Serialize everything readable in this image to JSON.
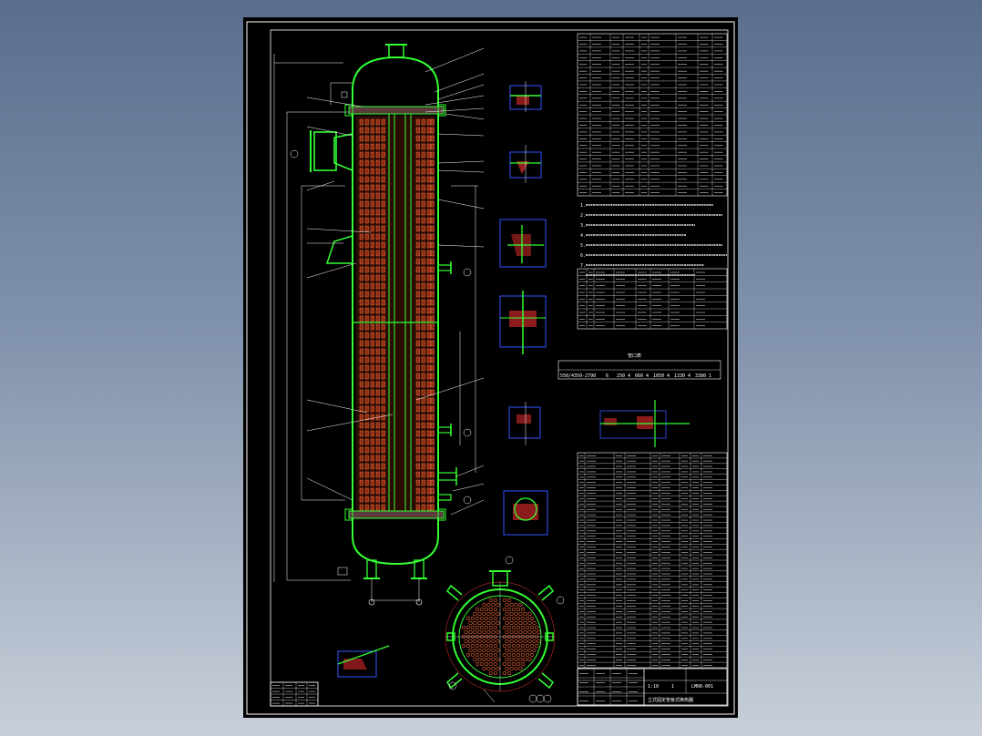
{
  "colors": {
    "sheet": "#000000",
    "frame": "#ffffff",
    "outline": "#33ff33",
    "tubes": "#ff6a3a",
    "tube_fill": "#8a2e12",
    "hatch": "#ff3333",
    "dims": "#ffffff",
    "detail_frame": "#3355ff",
    "tables": "#ffffff"
  },
  "numbers_table": {
    "caption": "管口表",
    "rows": [
      [
        "550/4350-2790",
        "6",
        "250",
        "4",
        "660",
        "4",
        "1050",
        "4",
        "1330",
        "4",
        "3380",
        "1"
      ]
    ]
  },
  "title_block": {
    "drawing_no": "LM08-001",
    "drawing_name": "立式固定管板式换热器",
    "scale": "1:10",
    "sheet": "1"
  },
  "tech_requirements": {
    "lines": [
      "1.",
      "2.",
      "3.",
      "4.",
      "5.",
      "6.",
      "7."
    ]
  }
}
